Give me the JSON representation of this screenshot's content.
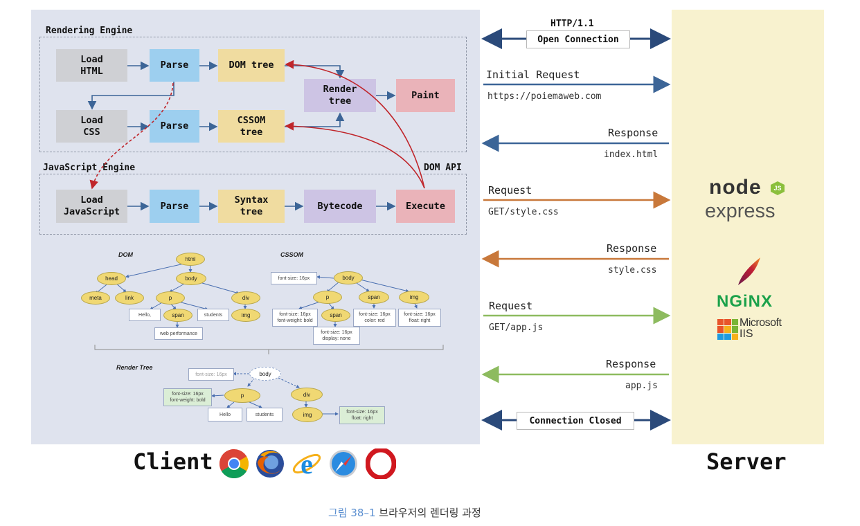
{
  "rendering_engine": {
    "title": "Rendering Engine",
    "boxes": {
      "load_html": "Load\nHTML",
      "parse_html": "Parse",
      "dom_tree": "DOM tree",
      "load_css": "Load\nCSS",
      "parse_css": "Parse",
      "cssom_tree": "CSSOM\ntree",
      "render_tree": "Render\ntree",
      "paint": "Paint"
    }
  },
  "javascript_engine": {
    "title": "JavaScript Engine",
    "dom_api": "DOM API",
    "boxes": {
      "load_js": "Load\nJavaScript",
      "parse_js": "Parse",
      "syntax_tree": "Syntax\ntree",
      "bytecode": "Bytecode",
      "execute": "Execute"
    }
  },
  "trees": {
    "dom_title": "DOM",
    "cssom_title": "CSSOM",
    "render_title": "Render Tree",
    "dom_nodes": {
      "html": "html",
      "head": "head",
      "body": "body",
      "meta": "meta",
      "link": "link",
      "p": "p",
      "div": "div",
      "span": "span",
      "img": "img",
      "hello": "Hello,",
      "students": "students",
      "web_performance": "web performance"
    },
    "cssom_nodes": {
      "body": "body",
      "p": "p",
      "span1": "span",
      "img": "img",
      "span2": "span",
      "fs16": "font-size: 16px",
      "p_style": "font-size: 16px\nfont-weight: bold",
      "span1_style": "font-size: 16px\ncolor: red",
      "img_style": "font-size: 16px\nfloat: right",
      "span2_style": "font-size: 16px\ndisplay: none"
    },
    "render_nodes": {
      "body": "body",
      "p": "p",
      "div": "div",
      "img": "img",
      "fs16": "font-size: 16px",
      "p_style": "font-size: 16px\nfont-weight: bold",
      "hello": "Hello",
      "students": "students",
      "img_style": "font-size: 16px\nfloat: right"
    }
  },
  "messages": {
    "http_version": "HTTP/1.1",
    "open_connection": "Open Connection",
    "initial_request": "Initial Request",
    "initial_url": "https://poiemaweb.com",
    "response1": "Response",
    "response1_file": "index.html",
    "request2": "Request",
    "request2_path": "GET/style.css",
    "response2": "Response",
    "response2_file": "style.css",
    "request3": "Request",
    "request3_path": "GET/app.js",
    "response3": "Response",
    "response3_file": "app.js",
    "connection_closed": "Connection Closed"
  },
  "server_logos": {
    "node": "node",
    "js_badge": "JS",
    "express": "express",
    "nginx": "NGiNX",
    "microsoft": "Microsoft",
    "iis": "IIS"
  },
  "bottom": {
    "client": "Client",
    "server": "Server",
    "browser_icons": [
      "chrome-icon",
      "firefox-icon",
      "ie-icon",
      "safari-icon",
      "opera-icon"
    ]
  },
  "caption": {
    "number": "그림 38–1",
    "text": "브라우저의 렌더링 과정"
  },
  "colors": {
    "client_bg": "#dfe3ee",
    "server_bg": "#f8f2cf",
    "arrow_blue": "#3c6597",
    "arrow_orange": "#c8783a",
    "arrow_green": "#8dbb5f",
    "connection_arrow": "#2b4a7a",
    "js_flow_red": "#c0262b",
    "caption_blue": "#5b8fd0"
  }
}
